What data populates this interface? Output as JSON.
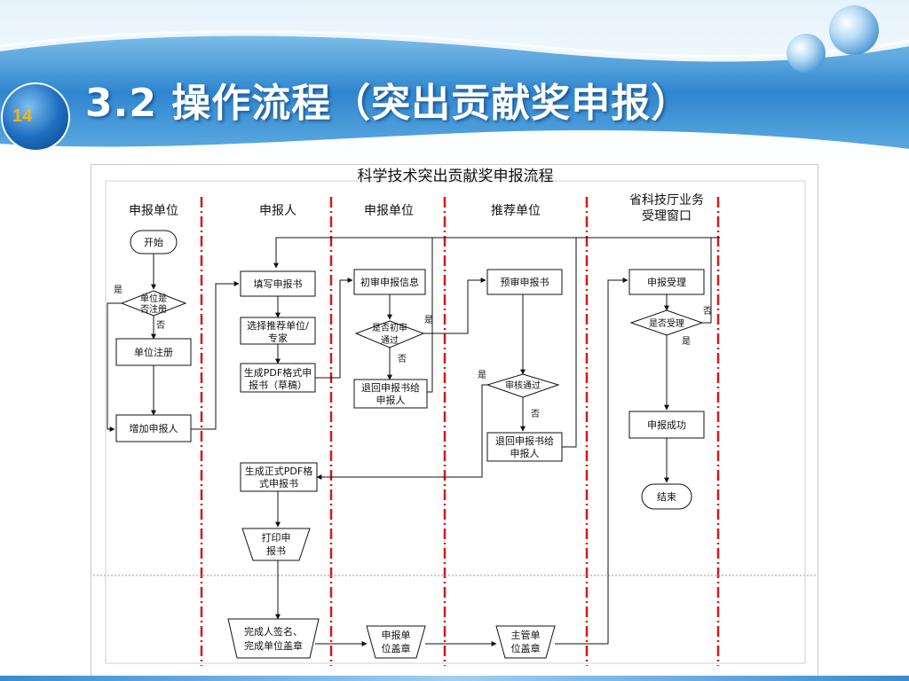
{
  "slide": {
    "page_number": "14",
    "title": "3.2 操作流程（突出贡献奖申报）"
  },
  "diagram": {
    "title": "科学技术突出贡献奖申报流程",
    "lanes": {
      "unit1": "申报单位",
      "applicant": "申报人",
      "unit2": "申报单位",
      "recommender": "推荐单位",
      "dept_line1": "省科技厅业务",
      "dept_line2": "受理窗口"
    },
    "nodes": {
      "start": "开始",
      "registered_q1": "单位是",
      "registered_q2": "否注册",
      "unit_register": "单位注册",
      "add_applicant": "增加申报人",
      "fill_form": "填写申报书",
      "select_unit_1": "选择推荐单位/",
      "select_unit_2": "专家",
      "gen_pdf_draft_1": "生成PDF格式申",
      "gen_pdf_draft_2": "报书（草稿）",
      "gen_pdf_final_1": "生成正式PDF格",
      "gen_pdf_final_2": "式申报书",
      "print_1": "打印申",
      "print_2": "报书",
      "sign_1": "完成人签名、",
      "sign_2": "完成单位盖章",
      "first_review": "初审申报信息",
      "first_pass_q1": "是否初审",
      "first_pass_q2": "通过",
      "return1_1": "退回申报书给",
      "return1_2": "申报人",
      "unit_stamp_1": "申报单",
      "unit_stamp_2": "位盖章",
      "pre_review": "预审申报书",
      "review_pass": "审核通过",
      "return2_1": "退回申报书给",
      "return2_2": "申报人",
      "main_stamp_1": "主管单",
      "main_stamp_2": "位盖章",
      "accept": "申报受理",
      "accept_q": "是否受理",
      "success": "申报成功",
      "end": "结束"
    },
    "edge_labels": {
      "yes": "是",
      "no": "否"
    }
  }
}
